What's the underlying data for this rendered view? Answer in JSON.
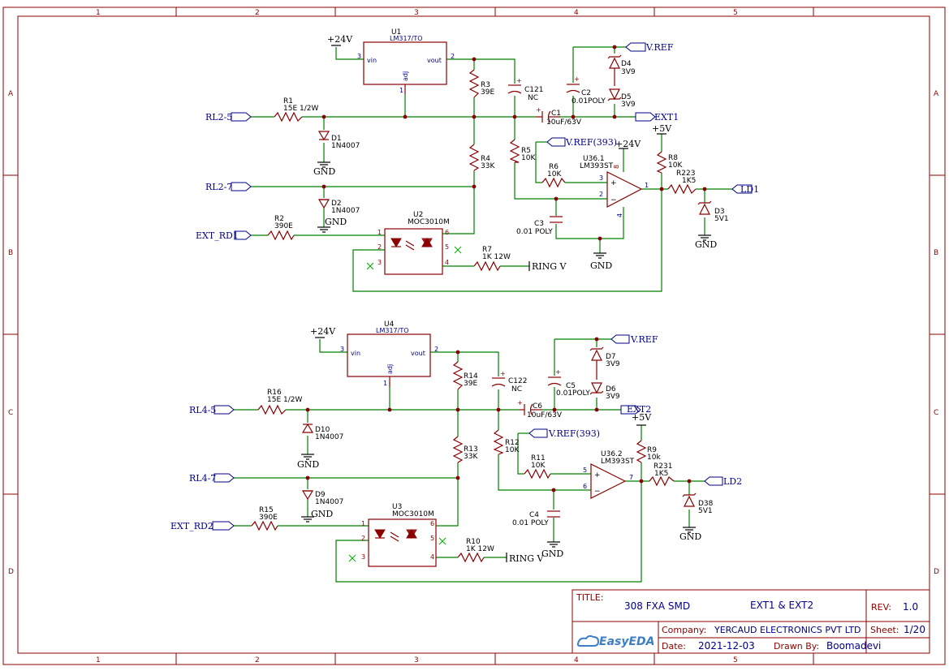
{
  "frame": {
    "columns": [
      "1",
      "2",
      "3",
      "4",
      "5"
    ],
    "rows": [
      "A",
      "B",
      "C",
      "D"
    ]
  },
  "ports": {
    "rl25": "RL2-5",
    "rl27": "RL2-7",
    "extrd1": "EXT_RD1",
    "vref1": "V.REF",
    "ext1": "EXT1",
    "vref393a": "V.REF(393)",
    "ld1": "LD1",
    "rl45": "RL4-5",
    "rl47": "RL4-7",
    "extrd2": "EXT_RD2",
    "vref2": "V.REF",
    "ext2": "EXT2",
    "vref393b": "V.REF(393)",
    "ld2": "LD2"
  },
  "power": {
    "v24": "+24V",
    "v5": "+5V",
    "gnd": "GND",
    "ringv": "RING V"
  },
  "components_top": {
    "u1_ref": "U1",
    "u1_val": "LM317/TO",
    "u1_vin": "vin",
    "u1_vout": "vout",
    "u1_adj": "adj",
    "u1_p3": "3",
    "u1_p2": "2",
    "u1_p1": "1",
    "r1_ref": "R1",
    "r1_val": "15E 1/2W",
    "d1_ref": "D1",
    "d1_val": "1N4007",
    "d2_ref": "D2",
    "d2_val": "1N4007",
    "r2_ref": "R2",
    "r2_val": "390E",
    "r3_ref": "R3",
    "r3_val": "39E",
    "r4_ref": "R4",
    "r4_val": "33K",
    "c121_ref": "C121",
    "c121_val": "NC",
    "c1_ref": "C1",
    "c1_val": "10uF/63V",
    "c2_ref": "C2",
    "c2_val": "0.01POLY",
    "d4_ref": "D4",
    "d4_val": "3V9",
    "d5_ref": "D5",
    "d5_val": "3V9",
    "r5_ref": "R5",
    "r5_val": "10K",
    "r6_ref": "R6",
    "r6_val": "10K",
    "u36_ref": "U36.1",
    "u36_val": "LM393ST",
    "u36_p3": "3",
    "u36_p2": "2",
    "u36_p1": "1",
    "u36_p8": "8",
    "u36_p4": "4",
    "r8_ref": "R8",
    "r8_val": "10K",
    "r223_ref": "R223",
    "r223_val": "1K5",
    "d3_ref": "D3",
    "d3_val": "5V1",
    "c3_ref": "C3",
    "c3_val": "0.01 POLY",
    "u2_ref": "U2",
    "u2_val": "MOC3010M",
    "r7_ref": "R7",
    "r7_val": "1K 12W"
  },
  "components_bottom": {
    "u4_ref": "U4",
    "u4_val": "LM317/TO",
    "u4_vin": "vin",
    "u4_vout": "vout",
    "u4_adj": "adj",
    "u4_p3": "3",
    "u4_p2": "2",
    "u4_p1": "1",
    "r16_ref": "R16",
    "r16_val": "15E 1/2W",
    "d10_ref": "D10",
    "d10_val": "1N4007",
    "d9_ref": "D9",
    "d9_val": "1N4007",
    "r15_ref": "R15",
    "r15_val": "390E",
    "r14_ref": "R14",
    "r14_val": "39E",
    "r13_ref": "R13",
    "r13_val": "33K",
    "c122_ref": "C122",
    "c122_val": "NC",
    "c6_ref": "C6",
    "c6_val": "10uF/63V",
    "c5_ref": "C5",
    "c5_val": "0.01POLY",
    "d7_ref": "D7",
    "d7_val": "3V9",
    "d6_ref": "D6",
    "d6_val": "3V9",
    "r12_ref": "R12",
    "r12_val": "10K",
    "r11_ref": "R11",
    "r11_val": "10K",
    "u36_ref": "U36.2",
    "u36_val": "LM393ST",
    "u36_p5": "5",
    "u36_p6": "6",
    "u36_p7": "7",
    "r9_ref": "R9",
    "r9_val": "10k",
    "r231_ref": "R231",
    "r231_val": "1K5",
    "d38_ref": "D38",
    "d38_val": "5V1",
    "c4_ref": "C4",
    "c4_val": "0.01 POLY",
    "u3_ref": "U3",
    "u3_val": "MOC3010M",
    "r10_ref": "R10",
    "r10_val": "1K 12W"
  },
  "title_block": {
    "title_label": "TITLE:",
    "title": "308 FXA SMD",
    "subtitle": "EXT1 & EXT2",
    "rev_label": "REV:",
    "rev": "1.0",
    "company_label": "Company:",
    "company": "YERCAUD ELECTRONICS PVT LTD",
    "sheet_label": "Sheet:",
    "sheet": "1/20",
    "date_label": "Date:",
    "date": "2021-12-03",
    "drawn_label": "Drawn By:",
    "drawn": "Boomadevi",
    "logo": "EasyEDA"
  },
  "colors": {
    "wire": "#008000",
    "component": "#8b0000",
    "port": "#00008b",
    "frame": "#8b0000"
  }
}
